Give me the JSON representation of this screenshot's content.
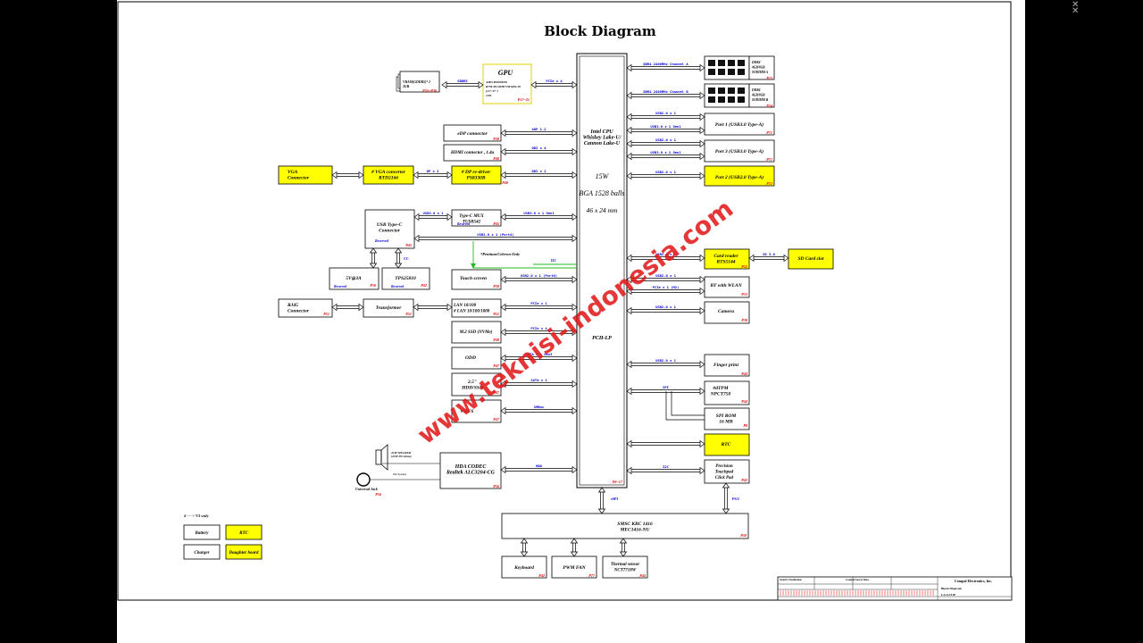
{
  "title": "Block Diagram",
  "watermark": "www.teknisi-indonesia.com",
  "colors": {
    "highlight": "#ffff00",
    "signal": "#0000dd",
    "ref": "#dd0000",
    "green": "#22bb22"
  },
  "cpu": {
    "lines": [
      "Intel CPU",
      "Whiskey Lake-U/",
      "Cannon Lake-U"
    ],
    "power": "15W",
    "package": "BGA 1528 balls",
    "size": "46 x 24 mm",
    "pch": "PCH-LP",
    "ref": "P6~17"
  },
  "gpu": {
    "title": "GPU",
    "lines": [
      "AMD R520M330",
      "R7M-M3-90H17/M1(H2-30",
      "(13\"/17\")",
      "10W"
    ],
    "ref": "P17~21",
    "vram_lines": [
      "VRAM(GDDR5)* 2",
      "2GB"
    ],
    "vram_ref": "P35~P36",
    "vram_bus": "GDDR5",
    "pcie": "PCIe x 4"
  },
  "ddr": [
    {
      "lines": [
        "DDR4",
        "4GB/8GB",
        "SODIMM A"
      ],
      "ref": "P23",
      "bus": "DDR4 2400MHz Channel A"
    },
    {
      "lines": [
        "DDR4",
        "4GB/8GB",
        "SODIMM B"
      ],
      "ref": "P24",
      "bus": "DDR4 2400MHz Channel B"
    }
  ],
  "left_blocks": {
    "edp": {
      "label": "eDP connector",
      "ref": "P38",
      "bus": "eDP 1.2"
    },
    "hdmi": {
      "label": "HDMI connector , 1.4a",
      "ref": "P40",
      "bus": "DDI x 4"
    },
    "vga": {
      "label": "VGA Connector"
    },
    "vga_conv": {
      "lines": [
        "# VGA converter",
        "RTD2166"
      ],
      "bus": "DP x 2"
    },
    "dp_redriver": {
      "lines": [
        "# DP re-driver",
        "PS8330B"
      ],
      "ref": "P40",
      "bus": "DDI x 2"
    },
    "usbc_conn": {
      "lines": [
        "USB Type-C",
        "Connector"
      ],
      "reserved": "Reserved",
      "ref": "P45"
    },
    "typec_mux": {
      "lines": [
        "Type-C MUX",
        "TUSB542"
      ],
      "reserved": "Reserved",
      "ref": "P45",
      "bus": "USB3.0 x 1 Gen1",
      "bus2": "USB3.0 x 1"
    },
    "usb_port4": {
      "bus": "USB2.0 x 1 (Port4)"
    },
    "pentium_note": "*Pentium/Celeron Only",
    "svd": {
      "label": "5V@3A",
      "reserved": "Reserved",
      "ref": "P50"
    },
    "tps": {
      "label": "TPS25810",
      "reserved": "Reserved",
      "ref": "P42"
    },
    "cc": "CC",
    "touch": {
      "label": "Touch screen",
      "ref": "P38",
      "bus": "USB2.0 x 1 (Port8)",
      "i2c": "I2C"
    },
    "rj45": {
      "lines": [
        "RJ45",
        "Connector"
      ],
      "ref": "P51"
    },
    "transformer": {
      "label": "Transformer",
      "ref": "P51"
    },
    "lan": {
      "lines": [
        "LAN 10/100",
        "# LAN 10/100/1000"
      ],
      "ref": "P51",
      "bus": "PCIe x 1"
    },
    "m2": {
      "label": "M.2 SSD (NVMe)",
      "ref": "P48",
      "bus": "PCIe x 4"
    },
    "odd": {
      "label": "ODD",
      "ref": "P47",
      "bus": "SATA x 1 Gen3"
    },
    "hdd": {
      "lines": [
        "2.5\"",
        "HDD/SSD"
      ],
      "ref": "P47",
      "bus": "SATA x 1"
    },
    "ffs": {
      "label": "# FFS",
      "ref": "P47",
      "bus": "SMBus"
    },
    "codec": {
      "lines": [
        "HDA CODEC",
        "Realtek ALC3204-CG"
      ],
      "ref": "P56",
      "bus": "HDA"
    },
    "speaker": {
      "lines": [
        "2CH SPEAKER",
        "(2CH 2W/4ohm)"
      ],
      "note": "Mic/Speaker"
    },
    "jack": {
      "label": "Universal Jack",
      "ref": "P56"
    }
  },
  "right_blocks": {
    "port1": {
      "label": "Port 1 (USB3.0 Type-A)",
      "ref": "P71",
      "bus1": "USB2.0 x 1",
      "bus2": "USB3.0 x 1 Gen1"
    },
    "port3": {
      "label": "Port 3 (USB3.0 Type-A)",
      "ref": "P71",
      "bus1": "USB2.0 x 1",
      "bus2": "USB3.0 x 1 Gen1"
    },
    "port2": {
      "label": "Port 2 (USB2.0 Type-A)",
      "ref": "P72",
      "bus": "USB2.0 x 1"
    },
    "card": {
      "lines": [
        "Card reader",
        "RTS5144"
      ],
      "ref": "P52",
      "bus": "USB2.0 x 1",
      "sd_bus": "SD 3.0"
    },
    "sd": {
      "label": "SD Card slot"
    },
    "bt": {
      "label": "BT with WLAN",
      "ref": "P53",
      "bus1": "USB2.0 x 1",
      "bus2": "PCIe x 1 (M2)"
    },
    "camera": {
      "label": "Camera",
      "ref": "P38",
      "bus": "USB2.0 x 1"
    },
    "finger": {
      "label": "Finger print",
      "ref": "P44",
      "bus": "USB2.0 x 1"
    },
    "tpm": {
      "lines": [
        "#dTPM",
        "NPCT750"
      ],
      "ref": "P44",
      "bus": "SPI"
    },
    "spirom": {
      "lines": [
        "SPI ROM",
        "16 MB"
      ],
      "ref": "P8"
    },
    "rtc": {
      "label": "RTC"
    },
    "touchpad": {
      "lines": [
        "Precision",
        "Touchpad",
        "Click Pad"
      ],
      "ref": "P42",
      "bus": "I2C"
    }
  },
  "kbc": {
    "lines": [
      "SMSC KBC 1416",
      "MEC1416-NU"
    ],
    "ref": "P58",
    "espi": "eSPI",
    "ps2": "PS/2"
  },
  "bottom": [
    {
      "label": "Keyboard",
      "ref": "P42"
    },
    {
      "label": "PWM FAN",
      "ref": "P77"
    },
    {
      "label": "Thermal sensor",
      "label2": "NCT7718W",
      "ref": "P44"
    }
  ],
  "legend": {
    "note": "# ----> V3 only",
    "items": [
      {
        "label": "Battery",
        "highlight": false
      },
      {
        "label": "RTC",
        "highlight": true
      },
      {
        "label": "Charger",
        "highlight": false
      },
      {
        "label": "Daughter board",
        "highlight": true
      }
    ]
  },
  "titleblock": {
    "company": "Compal Electronics, Inc.",
    "doc": "Block Diagram",
    "secret": "Compal Secret Data",
    "model": "LA-G721P",
    "classification": "Security Classification"
  }
}
